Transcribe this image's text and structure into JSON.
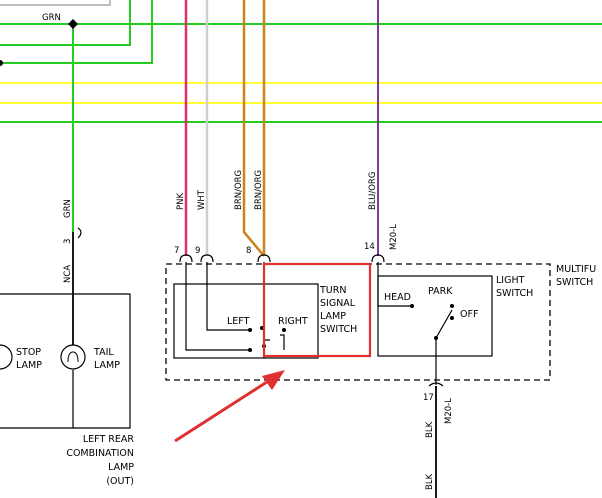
{
  "colors": {
    "green": "#22cc22",
    "yellow": "#ffff33",
    "pink": "#e0306a",
    "white_wire": "#cfcfcf",
    "brown_orange": "#c9841a",
    "blue_orange": "#7a3a9a",
    "highlight": "#e03030"
  },
  "wires": {
    "grn_top": "GRN",
    "pnk": "PNK",
    "wht": "WHT",
    "brn_org_1": "BRN/ORG",
    "brn_org_2": "BRN/ORG",
    "blu_org": "BLU/ORG",
    "m20l_top": "M20-L",
    "grn_left": "GRN",
    "blk_1": "BLK",
    "m20l_bottom": "M20-L",
    "blk_2": "BLK"
  },
  "pins": {
    "p3": "3",
    "p7": "7",
    "p9": "9",
    "p8": "8",
    "p14": "14",
    "p17": "17"
  },
  "labels": {
    "nca": "NCA",
    "left": "LEFT",
    "right": "RIGHT",
    "turn_switch": [
      "TURN",
      "SIGNAL",
      "LAMP",
      "SWITCH"
    ],
    "head": "HEAD",
    "park": "PARK",
    "off": "OFF",
    "light_switch": [
      "LIGHT",
      "SWITCH"
    ],
    "multifunction": [
      "MULTIFU",
      "SWITCH"
    ],
    "stop_lamp": [
      "STOP",
      "LAMP"
    ],
    "tail_lamp": [
      "TAIL",
      "LAMP"
    ],
    "left_rear": [
      "LEFT REAR",
      "COMBINATION",
      "LAMP",
      "(OUT)"
    ]
  }
}
